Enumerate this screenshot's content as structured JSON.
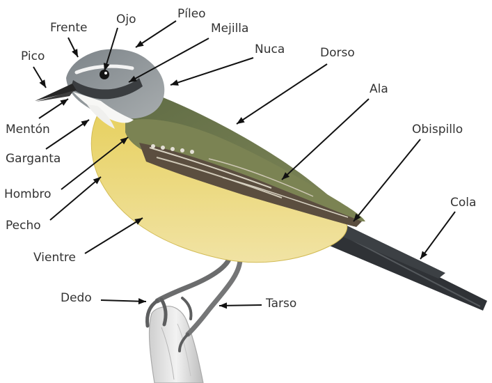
{
  "labels": {
    "frente": "Frente",
    "ojo": "Ojo",
    "pileo": "Píleo",
    "mejilla": "Mejilla",
    "nuca": "Nuca",
    "dorso": "Dorso",
    "pico": "Pico",
    "ala": "Ala",
    "obispillo": "Obispillo",
    "menton": "Mentón",
    "garganta": "Garganta",
    "hombro": "Hombro",
    "cola": "Cola",
    "pecho": "Pecho",
    "vientre": "Vientre",
    "dedo": "Dedo",
    "tarso": "Tarso"
  },
  "colors": {
    "label_text": "#333333",
    "leader_line": "#111111",
    "belly_yellow": "#e8d36a",
    "back_olive": "#6f7a4e",
    "head_grey": "#8e9497",
    "wing_brown": "#5b4e3f"
  }
}
